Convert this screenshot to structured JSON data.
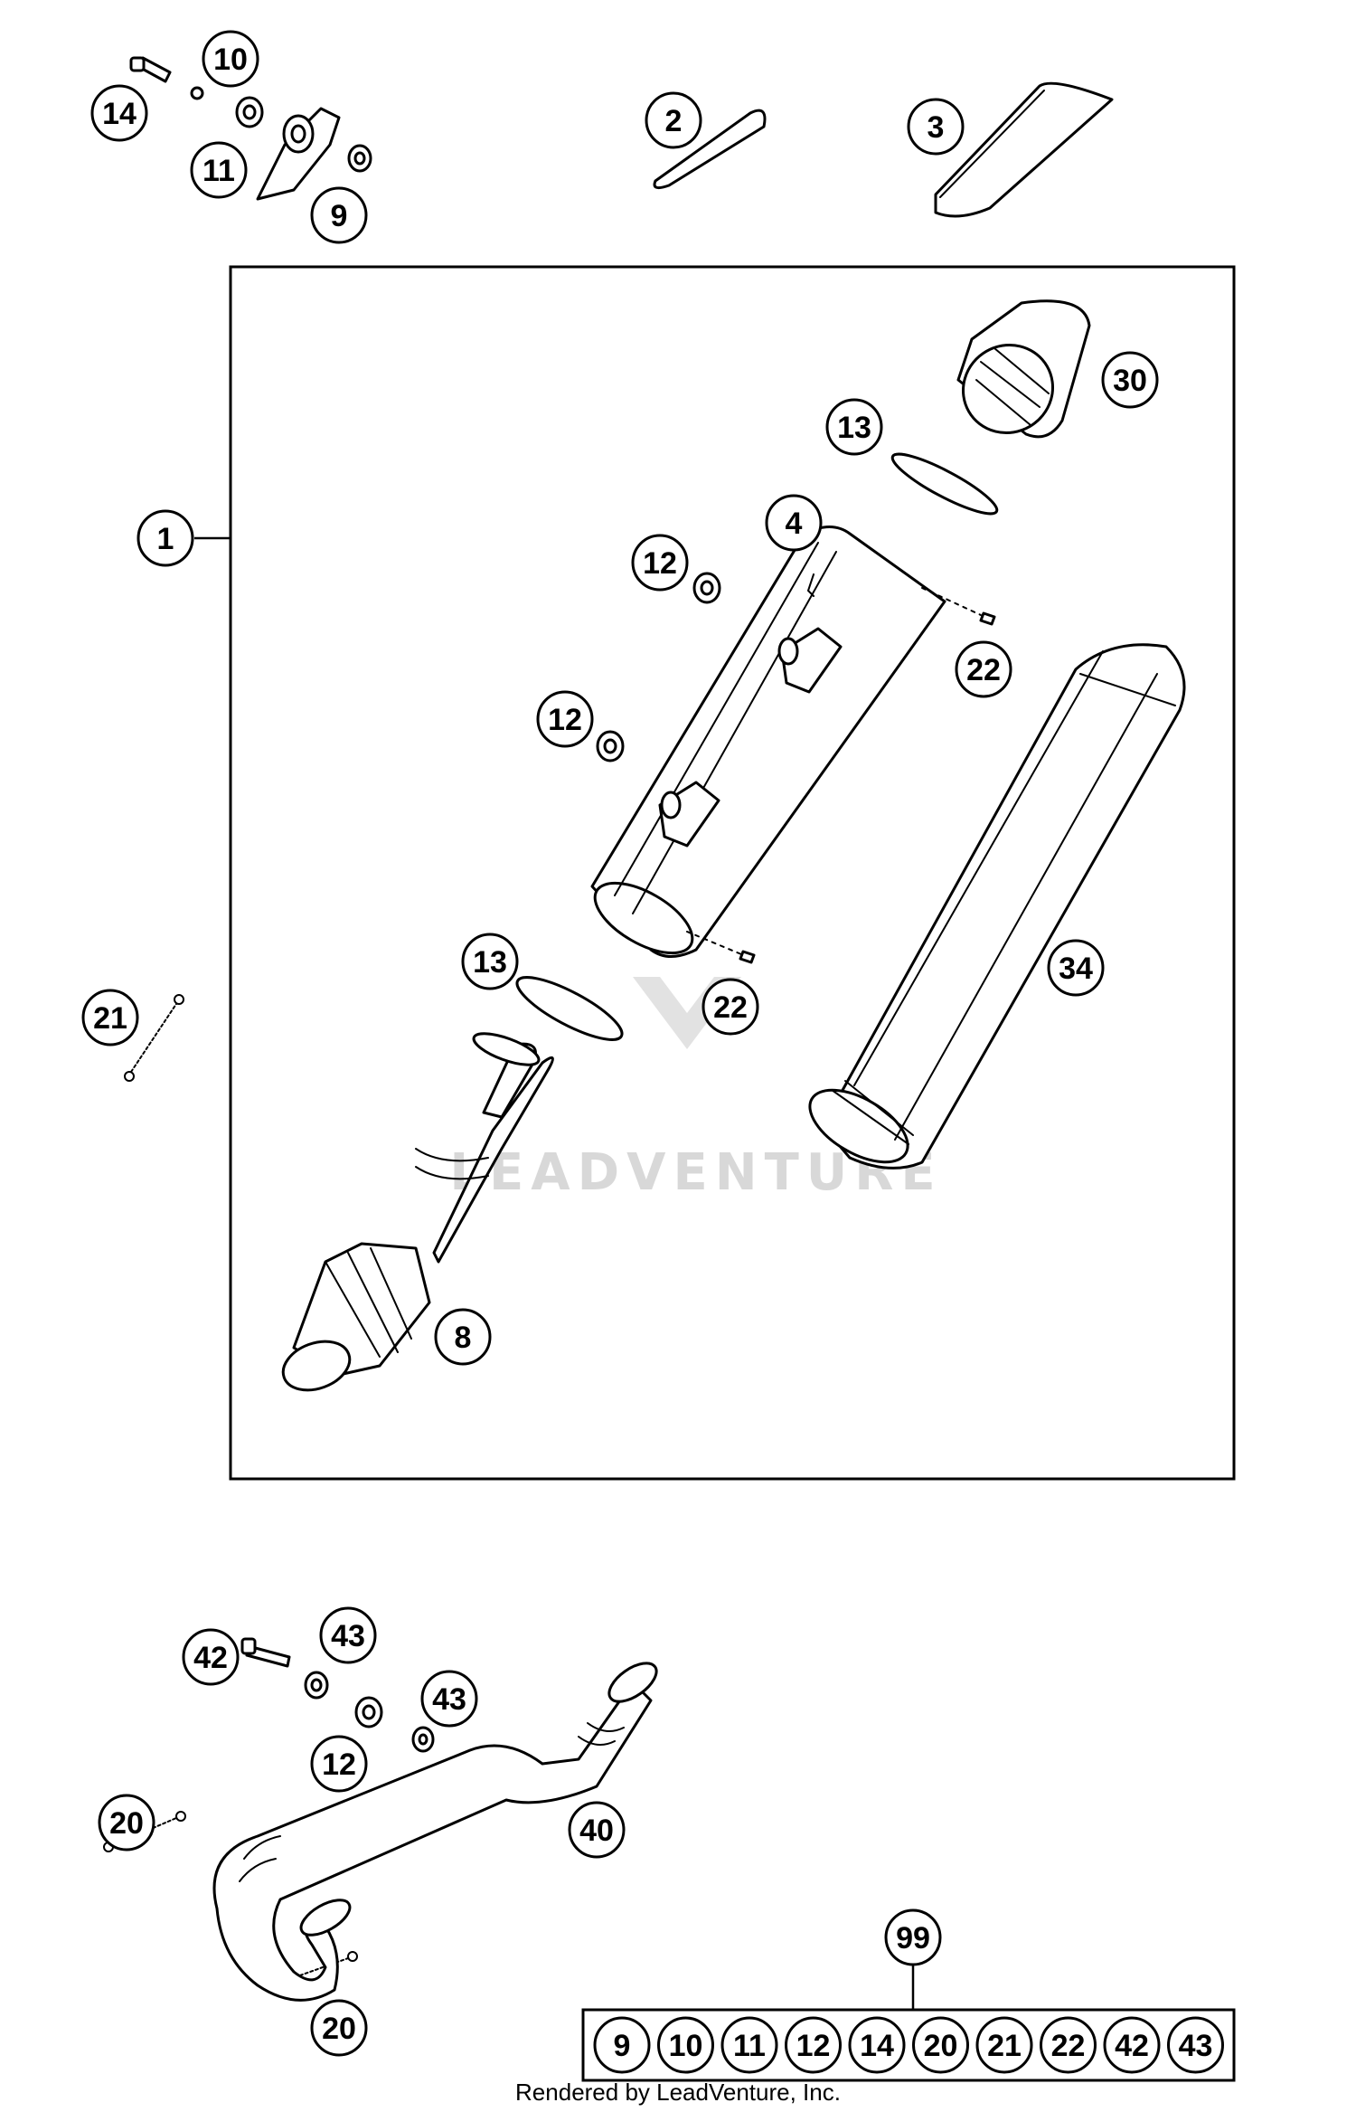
{
  "diagram": {
    "watermark": "LEADVENTURE",
    "footer": "Rendered by LeadVenture, Inc.",
    "kit_label": "99",
    "kit_contents": [
      "9",
      "10",
      "11",
      "12",
      "14",
      "20",
      "21",
      "22",
      "42",
      "43"
    ],
    "callouts": {
      "c1": "1",
      "c2": "2",
      "c3": "3",
      "c4": "4",
      "c8": "8",
      "c9": "9",
      "c10": "10",
      "c11": "11",
      "c12a": "12",
      "c12b": "12",
      "c12c": "12",
      "c13a": "13",
      "c13b": "13",
      "c14": "14",
      "c20a": "20",
      "c20b": "20",
      "c21": "21",
      "c22a": "22",
      "c22b": "22",
      "c30": "30",
      "c34": "34",
      "c40": "40",
      "c42": "42",
      "c43a": "43",
      "c43b": "43"
    }
  }
}
